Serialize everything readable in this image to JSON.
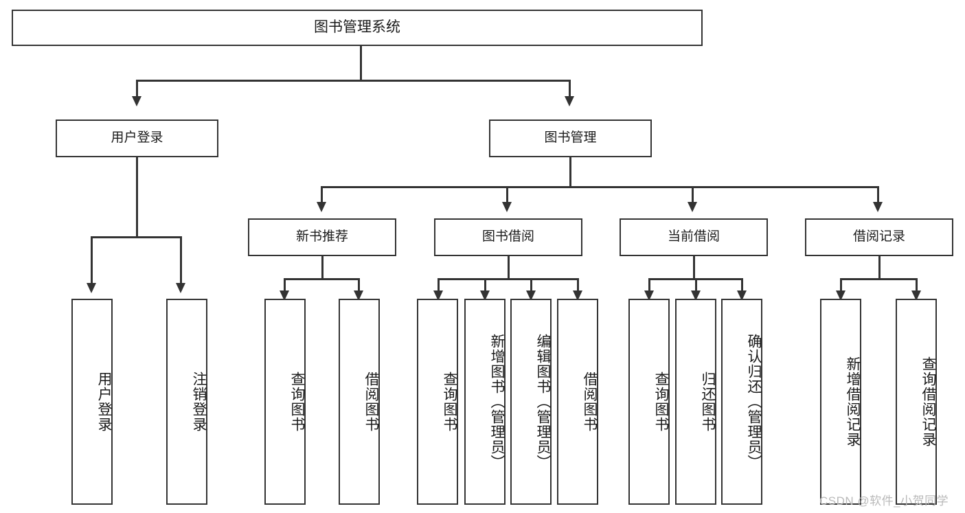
{
  "diagram": {
    "type": "tree-hierarchy",
    "title": "图书管理系统",
    "root": {
      "label": "图书管理系统"
    },
    "level2": [
      {
        "id": "user-login",
        "label": "用户登录"
      },
      {
        "id": "book-management",
        "label": "图书管理"
      }
    ],
    "level3": [
      {
        "id": "new-book-recommend",
        "label": "新书推荐",
        "parent": "book-management"
      },
      {
        "id": "book-borrow",
        "label": "图书借阅",
        "parent": "book-management"
      },
      {
        "id": "current-borrow",
        "label": "当前借阅",
        "parent": "book-management"
      },
      {
        "id": "borrow-record",
        "label": "借阅记录",
        "parent": "book-management"
      }
    ],
    "leaves": {
      "user_login": [
        {
          "id": "leaf-user-login",
          "label": "用户登录"
        },
        {
          "id": "leaf-logout-login",
          "label": "注销登录"
        }
      ],
      "new_book_recommend": [
        {
          "id": "leaf-query-book-1",
          "label": "查询图书"
        },
        {
          "id": "leaf-borrow-book-1",
          "label": "借阅图书"
        }
      ],
      "book_borrow": [
        {
          "id": "leaf-query-book-2",
          "label": "查询图书"
        },
        {
          "id": "leaf-add-book",
          "label": "新增图书（管理员）"
        },
        {
          "id": "leaf-edit-book",
          "label": "编辑图书（管理员）"
        },
        {
          "id": "leaf-borrow-book-2",
          "label": "借阅图书"
        }
      ],
      "current_borrow": [
        {
          "id": "leaf-query-book-3",
          "label": "查询图书"
        },
        {
          "id": "leaf-return-book",
          "label": "归还图书"
        },
        {
          "id": "leaf-confirm-return",
          "label": "确认归还（管理员）"
        }
      ],
      "borrow_record": [
        {
          "id": "leaf-add-borrow-record",
          "label": "新增借阅记录"
        },
        {
          "id": "leaf-query-borrow-record",
          "label": "查询借阅记录"
        }
      ]
    }
  },
  "watermark": {
    "text": "CSDN @软件_小贺同学"
  },
  "colors": {
    "stroke": "#333333",
    "background": "#ffffff",
    "text": "#1a1a1a",
    "watermark": "#b9b9b9"
  }
}
